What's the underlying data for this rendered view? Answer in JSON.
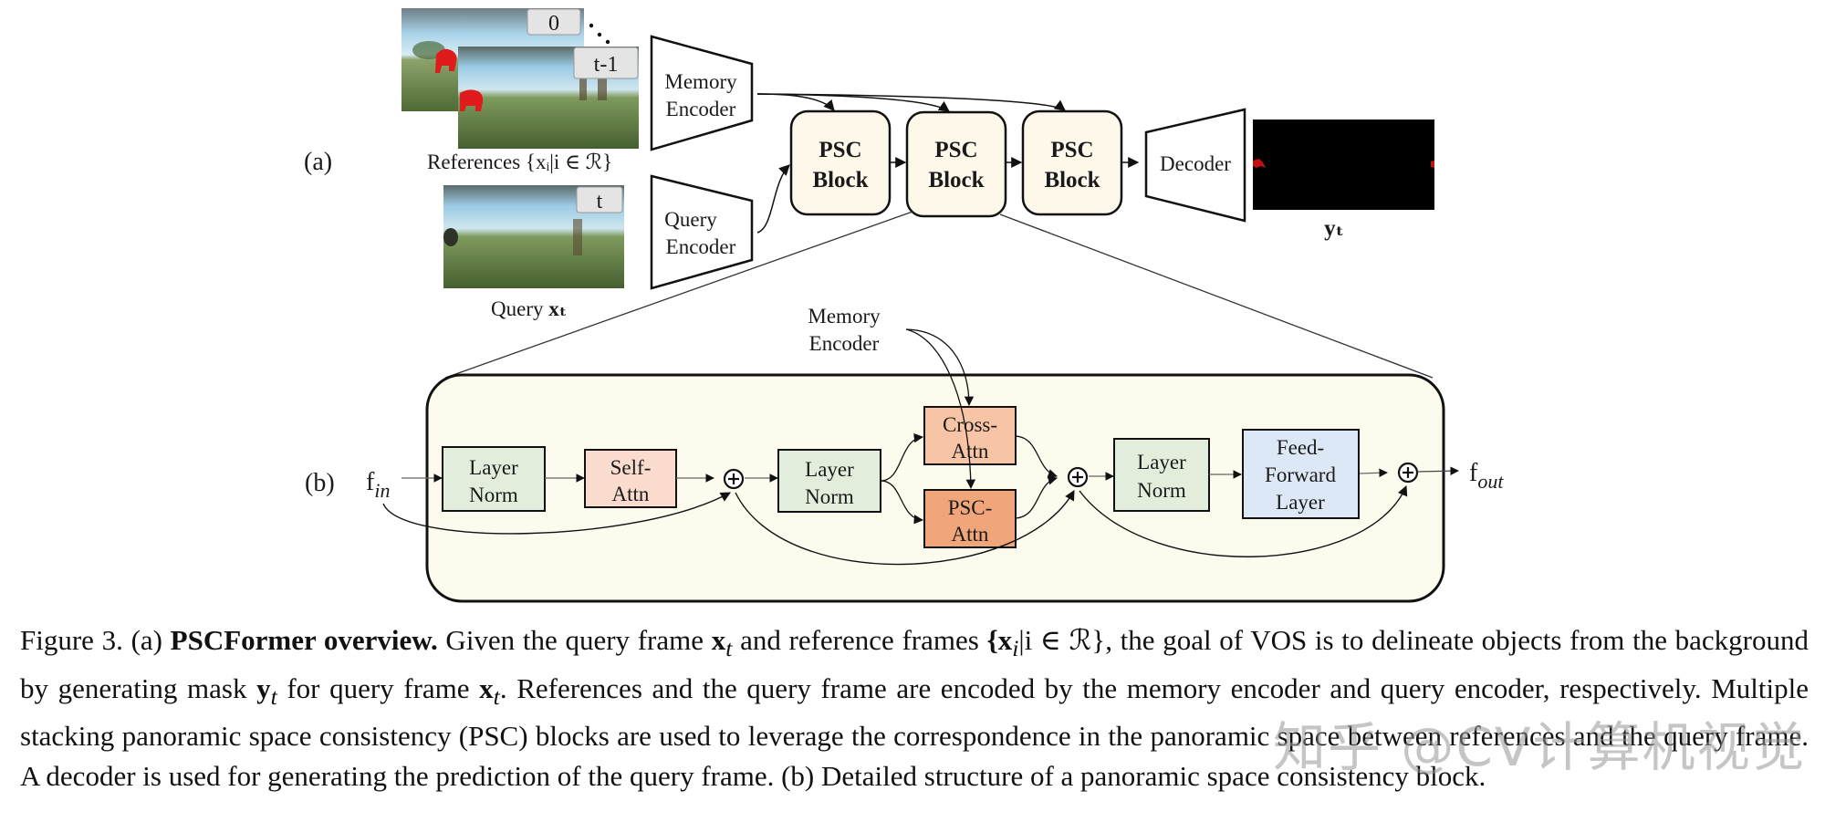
{
  "panel_a": {
    "label": "(a)",
    "references": {
      "frame_labels": [
        "0",
        "t-1"
      ],
      "ellipsis": "⋱",
      "caption_prefix": "References ",
      "caption_math": "{xᵢ|i ∈ ℛ}"
    },
    "query": {
      "frame_label": "t",
      "caption_prefix": "Query ",
      "caption_math": "xₜ"
    },
    "memory_encoder": {
      "line1": "Memory",
      "line2": "Encoder"
    },
    "query_encoder": {
      "line1": "Query",
      "line2": "Encoder"
    },
    "psc_blocks": [
      {
        "line1": "PSC",
        "line2": "Block"
      },
      {
        "line1": "PSC",
        "line2": "Block"
      },
      {
        "line1": "PSC",
        "line2": "Block"
      }
    ],
    "decoder": {
      "label": "Decoder"
    },
    "output": {
      "label": "yₜ"
    }
  },
  "panel_b": {
    "label": "(b)",
    "input": {
      "base": "f",
      "sub": "in"
    },
    "output": {
      "base": "f",
      "sub": "out"
    },
    "memory_encoder": {
      "line1": "Memory",
      "line2": "Encoder"
    },
    "blocks": {
      "layer_norm_1": {
        "line1": "Layer",
        "line2": "Norm"
      },
      "self_attn": {
        "line1": "Self-",
        "line2": "Attn"
      },
      "layer_norm_2": {
        "line1": "Layer",
        "line2": "Norm"
      },
      "cross_attn": {
        "line1": "Cross-",
        "line2": "Attn"
      },
      "psc_attn": {
        "line1": "PSC-",
        "line2": "Attn"
      },
      "layer_norm_3": {
        "line1": "Layer",
        "line2": "Norm"
      },
      "feed_forward": {
        "line1": "Feed-",
        "line2": "Forward",
        "line3": "Layer"
      }
    },
    "add_symbol": "+"
  },
  "colors": {
    "psc_block_fill": "#fdf8ea",
    "detail_panel_fill": "#fdfaee",
    "layer_norm_fill": "#e2eedb",
    "self_attn_fill": "#fadcce",
    "cross_attn_fill": "#f7c4a5",
    "psc_attn_fill": "#f0a67a",
    "feed_forward_fill": "#dce8f5",
    "mask_bg": "#000000",
    "mask_object": "#c01010",
    "frame_tag_fill": "#e4e4e4"
  },
  "caption": {
    "figure_label": "Figure 3. (a) ",
    "bold_title": "PSCFormer overview.",
    "seg1": " Given the query frame ",
    "m1": "x",
    "m1sub": "t",
    "seg2": " and reference frames ",
    "m2": "{x",
    "m2sub": "i",
    "m2rest": "|i ∈ ℛ}",
    "seg3": ", the goal of VOS is to delineate objects from the background by generating mask ",
    "m3": "y",
    "m3sub": "t",
    "seg4": " for query frame ",
    "m4": "x",
    "m4sub": "t",
    "seg5": ". References and the query frame are encoded by the memory encoder and query encoder, respectively.  Multiple stacking panoramic space consistency (PSC) blocks are used to leverage the correspondence in the panoramic space between references and the query frame. A decoder is used for generating the prediction of the query frame. (b) Detailed structure of a panoramic space consistency block."
  },
  "watermark": "知乎 @CV计算机视觉"
}
